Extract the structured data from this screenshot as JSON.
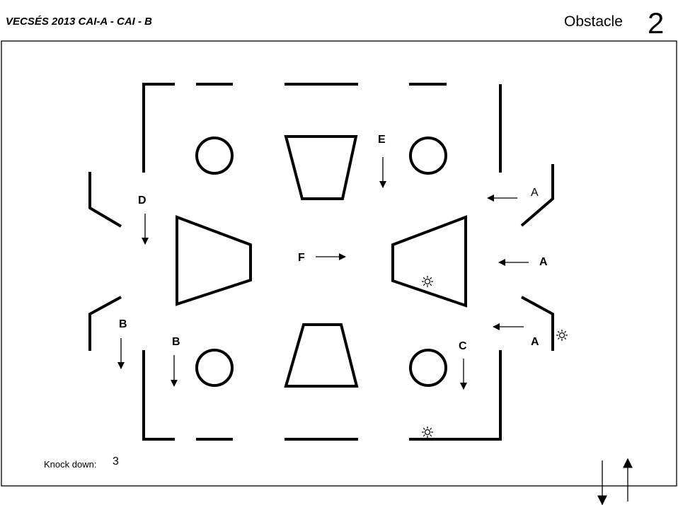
{
  "header": {
    "title": "VECSÉS 2013  CAI-A  -  CAI - B",
    "obstacle_label": "Obstacle",
    "obstacle_number": "2"
  },
  "labels": {
    "E": "E",
    "D": "D",
    "F": "F",
    "A_upper": "A",
    "A_middle": "A",
    "A_lower": "A",
    "B_left": "B",
    "B_right": "B",
    "C": "C"
  },
  "knock_down": {
    "label": "Knock down:",
    "value": "3"
  },
  "colors": {
    "stroke": "#000000",
    "background": "#ffffff"
  },
  "icons": [
    "sun-icon",
    "arrow-icon"
  ]
}
